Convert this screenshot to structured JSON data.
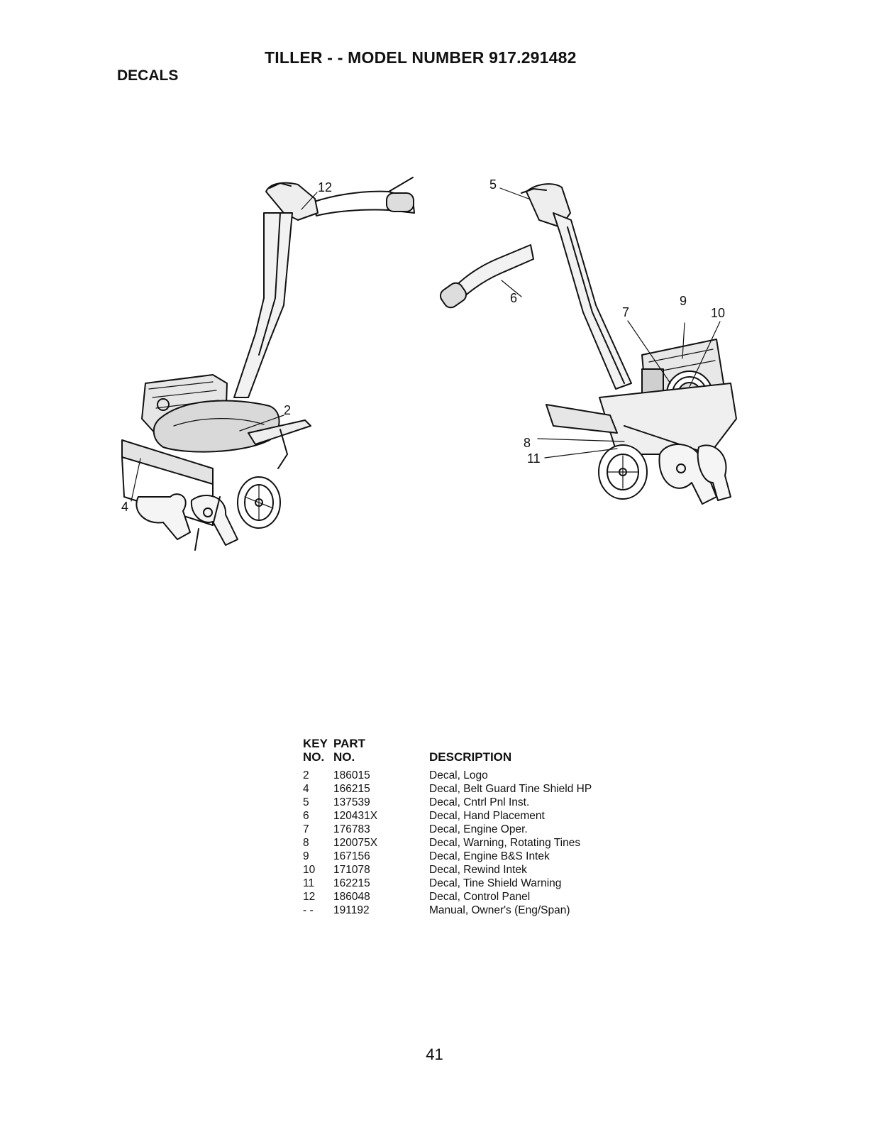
{
  "page": {
    "title": "TILLER - - MODEL NUMBER 917.291482",
    "section": "DECALS",
    "page_number": "41"
  },
  "callouts": {
    "c2": "2",
    "c4": "4",
    "c5": "5",
    "c6": "6",
    "c7": "7",
    "c8": "8",
    "c9": "9",
    "c10": "10",
    "c11": "11",
    "c12": "12"
  },
  "parts_table": {
    "headers": {
      "key_top": "KEY",
      "key_bottom": "NO.",
      "part_top": "PART",
      "part_bottom": "NO.",
      "description": "DESCRIPTION"
    },
    "rows": [
      {
        "key": "2",
        "part": "186015",
        "description": "Decal, Logo"
      },
      {
        "key": "4",
        "part": "166215",
        "description": "Decal, Belt Guard Tine Shield HP"
      },
      {
        "key": "5",
        "part": "137539",
        "description": "Decal, Cntrl Pnl Inst."
      },
      {
        "key": "6",
        "part": "120431X",
        "description": "Decal, Hand Placement"
      },
      {
        "key": "7",
        "part": "176783",
        "description": "Decal, Engine Oper."
      },
      {
        "key": "8",
        "part": "120075X",
        "description": "Decal, Warning, Rotating Tines"
      },
      {
        "key": "9",
        "part": "167156",
        "description": "Decal, Engine B&S Intek"
      },
      {
        "key": "10",
        "part": "171078",
        "description": "Decal, Rewind Intek"
      },
      {
        "key": "11",
        "part": "162215",
        "description": "Decal, Tine Shield Warning"
      },
      {
        "key": "12",
        "part": "186048",
        "description": "Decal, Control Panel"
      },
      {
        "key": "- -",
        "part": "191192",
        "description": "Manual, Owner's (Eng/Span)"
      }
    ]
  }
}
